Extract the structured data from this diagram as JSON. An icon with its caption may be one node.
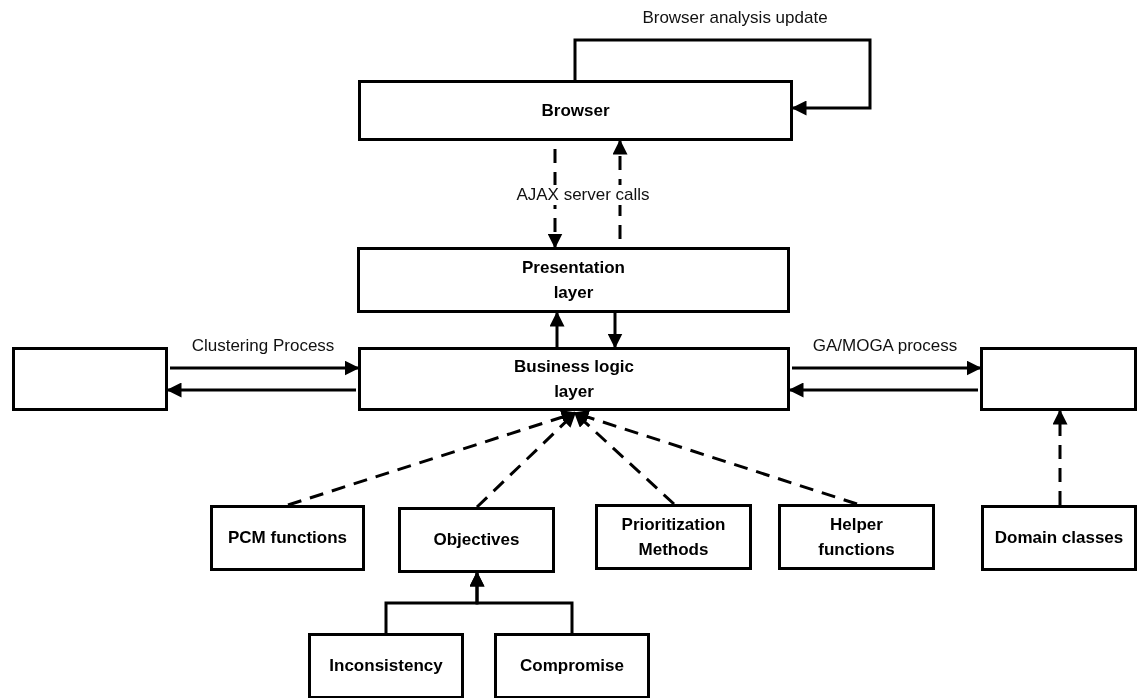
{
  "diagram": {
    "nodes": [
      {
        "text": [
          "Browser"
        ]
      },
      {
        "text": [
          "Presentation layer"
        ]
      },
      {
        "text": [],
        "shape": "box"
      },
      {
        "text": [
          "Business logic layer"
        ]
      },
      {
        "text": [],
        "shape": "box"
      },
      {
        "text": [
          "PCM functions"
        ]
      },
      {
        "text": [
          "Objectives"
        ]
      },
      {
        "text": [
          "Prioritization Methods"
        ]
      },
      {
        "text": [
          "Helper functions"
        ]
      },
      {
        "text": [
          "Domain classes"
        ]
      },
      {
        "text": [
          "Inconsistency"
        ]
      },
      {
        "text": [
          "Compromise"
        ]
      }
    ],
    "edges": [
      {
        "from": 0,
        "to": 0,
        "arrow": "to",
        "label": "Browser analysis update"
      },
      {
        "from": 0,
        "to": 1,
        "arrow": "to",
        "style": "dashed",
        "label": "AJAX server calls"
      },
      {
        "from": 1,
        "to": 0,
        "arrow": "to",
        "style": "dashed"
      },
      {
        "from": 3,
        "to": 1,
        "arrow": "to"
      },
      {
        "from": 1,
        "to": 3,
        "arrow": "to"
      },
      {
        "from": 2,
        "to": 3,
        "arrow": "to",
        "label": "Clustering Process"
      },
      {
        "from": 3,
        "to": 2,
        "arrow": "to"
      },
      {
        "from": 3,
        "to": 4,
        "arrow": "to",
        "label": "GA/MOGA process"
      },
      {
        "from": 4,
        "to": 3,
        "arrow": "to"
      },
      {
        "from": 5,
        "to": 3,
        "arrow": "to",
        "style": "dashed"
      },
      {
        "from": 6,
        "to": 3,
        "arrow": "to",
        "style": "dashed"
      },
      {
        "from": 7,
        "to": 3,
        "arrow": "to",
        "style": "dashed"
      },
      {
        "from": 8,
        "to": 3,
        "arrow": "to",
        "style": "dashed"
      },
      {
        "from": 9,
        "to": 4,
        "arrow": "to",
        "style": "dashed"
      },
      {
        "from": 10,
        "to": 6,
        "arrow": "to"
      },
      {
        "from": 11,
        "to": 6,
        "arrow": "to"
      }
    ]
  }
}
